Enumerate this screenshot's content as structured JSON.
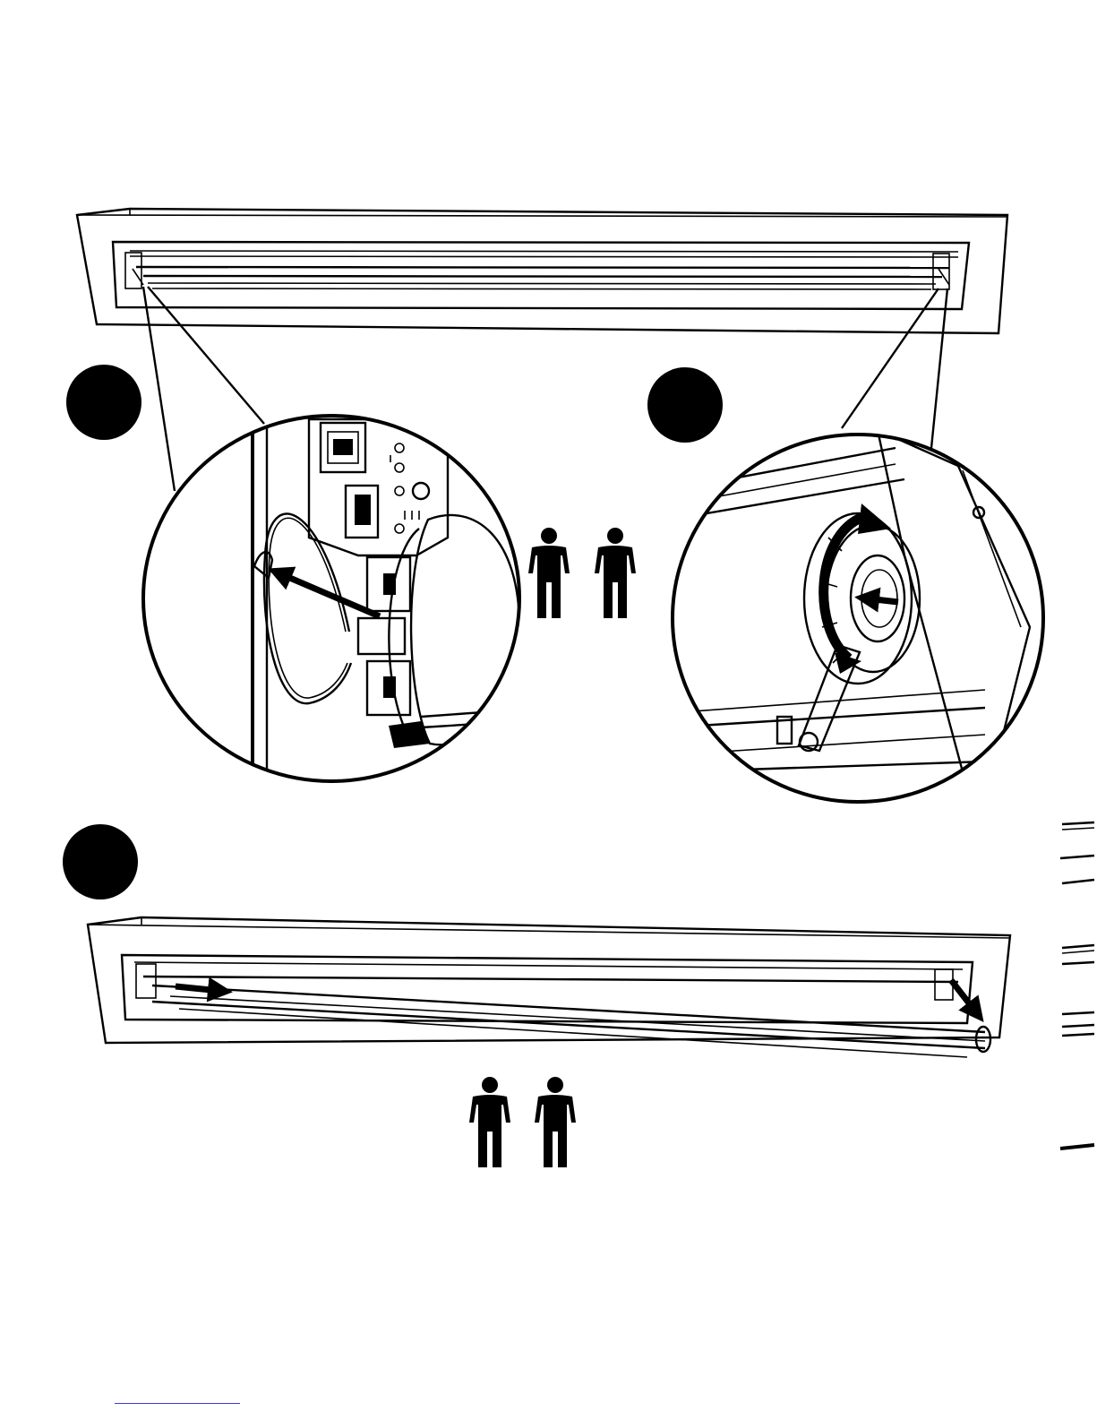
{
  "colors": {
    "ink": "#000000",
    "paper": "#ffffff",
    "link": "#3b3bd9"
  },
  "icons": {
    "person": "person-icon",
    "step_marker": "step-number-circle",
    "arrow": "direction-arrow",
    "rotation": "rotation-arrow"
  },
  "steps": [
    {
      "marker": "step-circle-1",
      "panel": "detail-clip-removal"
    },
    {
      "marker": "step-circle-2",
      "panel": "detail-tension-tool"
    },
    {
      "marker": "step-circle-3",
      "panel": "roller-removal"
    }
  ],
  "people_required": [
    {
      "group": "detail-step",
      "count": 2
    },
    {
      "group": "roller-step",
      "count": 2
    }
  ]
}
